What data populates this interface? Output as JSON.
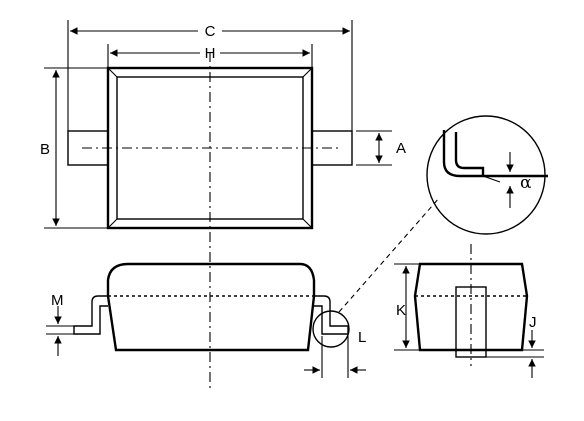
{
  "labels": {
    "c": "C",
    "h": "H",
    "b": "B",
    "a": "A",
    "m": "M",
    "l": "L",
    "k": "K",
    "j": "J",
    "alpha": "α"
  }
}
